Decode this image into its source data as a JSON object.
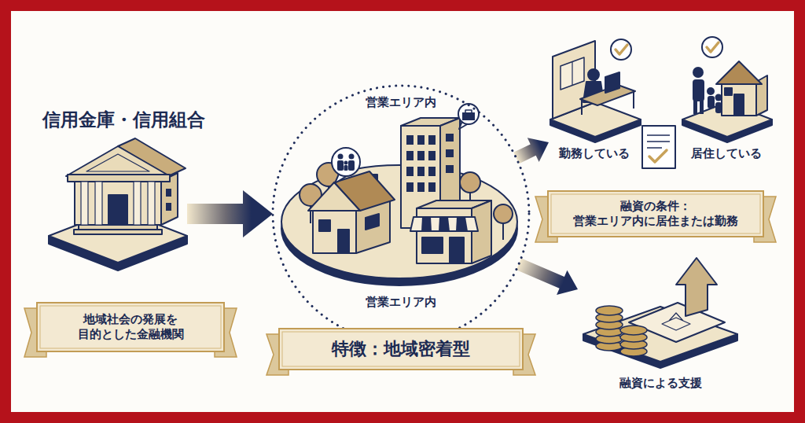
{
  "diagram": {
    "nodes": [
      {
        "text": [
          "信用金庫・信用組合"
        ]
      },
      {
        "text": [
          "地域社会の発展を 目的とした金融機関"
        ]
      },
      {
        "text": [
          "営業エリア内",
          "営業エリア内"
        ]
      },
      {
        "text": [
          "特徴：地域密着型"
        ]
      },
      {
        "text": [
          "勤務している"
        ]
      },
      {
        "text": [
          "居住している"
        ]
      },
      {
        "text": [
          "融資の条件： 営業エリア内に居住または勤務"
        ]
      },
      {
        "text": [
          "融資による支援"
        ]
      }
    ],
    "edges": [
      {
        "from": 0,
        "to": 2,
        "arrow": "to"
      },
      {
        "from": 2,
        "to": 4,
        "arrow": "to"
      },
      {
        "from": 2,
        "to": 7,
        "arrow": "to"
      }
    ]
  }
}
